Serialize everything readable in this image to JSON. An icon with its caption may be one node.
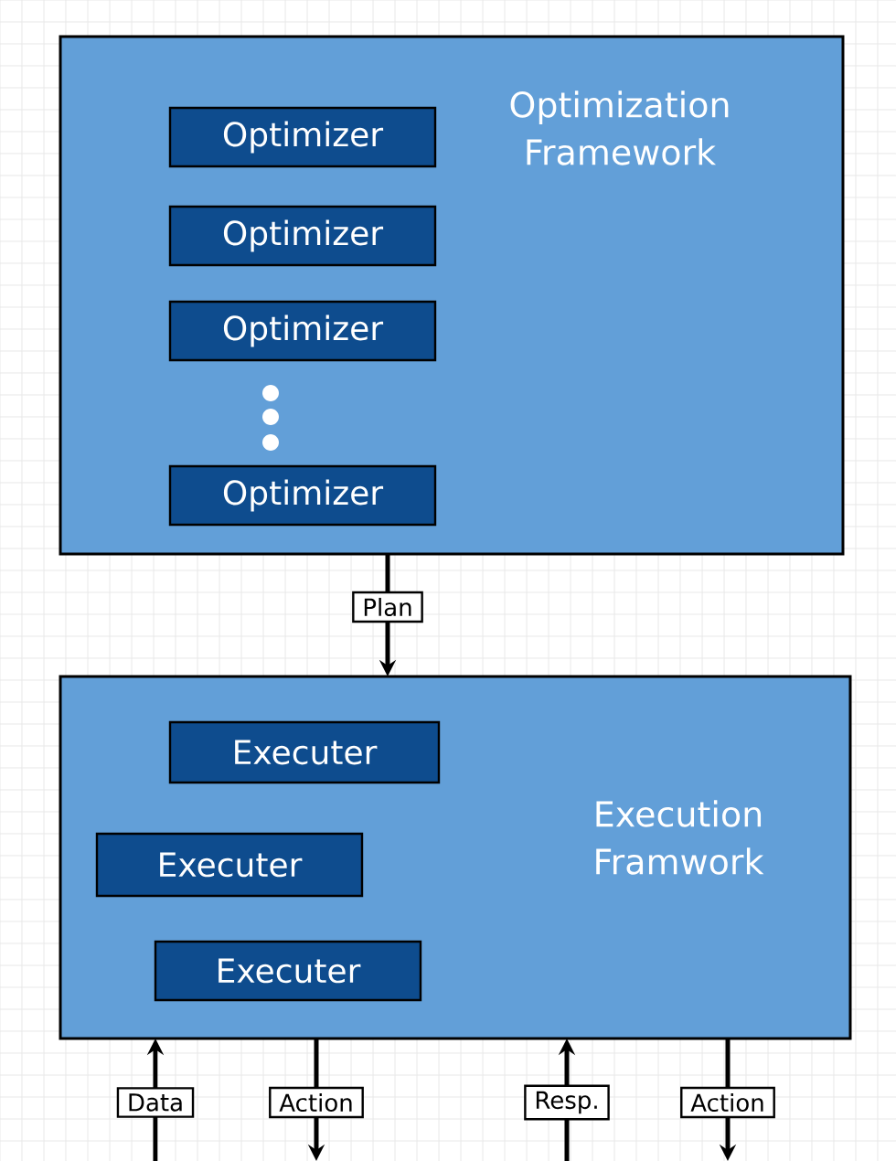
{
  "diagram": {
    "nodes": [
      {
        "text": [
          "Optimization Framework"
        ]
      },
      {
        "text": [
          "Optimizer"
        ],
        "in": 0
      },
      {
        "text": [
          "Optimizer"
        ],
        "in": 0
      },
      {
        "text": [
          "Optimizer"
        ],
        "in": 0
      },
      {
        "text": [
          "Optimizer"
        ],
        "in": 0
      },
      {
        "text": [
          "Execution Framwork"
        ]
      },
      {
        "text": [
          "Executer"
        ],
        "in": 5
      },
      {
        "text": [
          "Executer"
        ],
        "in": 5
      },
      {
        "text": [
          "Executer"
        ],
        "in": 5
      }
    ],
    "edges": [
      {
        "from": 0,
        "to": 5,
        "arrow": "to",
        "label": "Plan"
      },
      {
        "from": null,
        "to": 5,
        "arrow": "to",
        "label": "Data"
      },
      {
        "from": 5,
        "to": null,
        "arrow": "to",
        "label": "Action"
      },
      {
        "from": null,
        "to": 5,
        "arrow": "to",
        "label": "Resp."
      },
      {
        "from": 5,
        "to": null,
        "arrow": "to",
        "label": "Action"
      }
    ]
  }
}
